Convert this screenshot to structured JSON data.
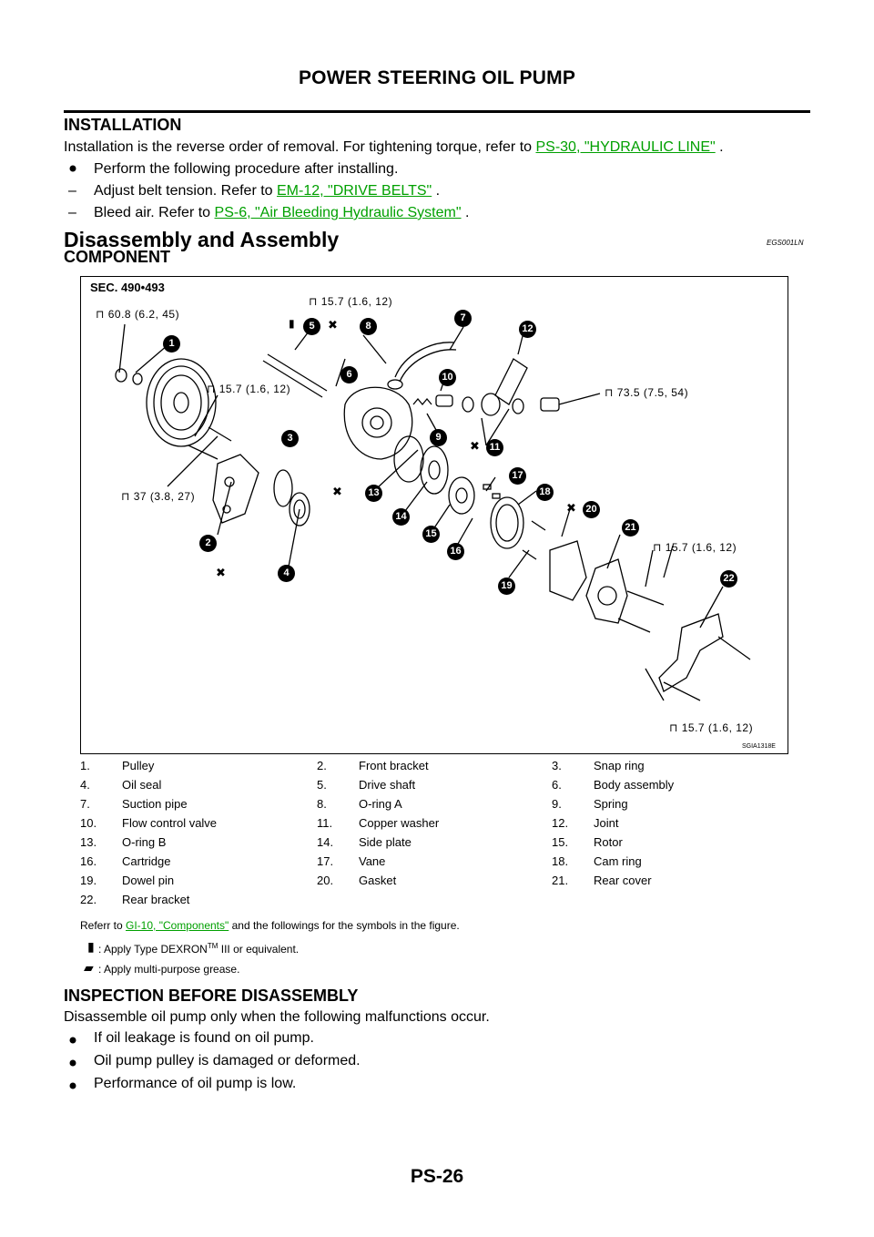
{
  "header": {
    "title": "POWER STEERING OIL PUMP"
  },
  "installation": {
    "heading": "INSTALLATION",
    "intro": "Installation is the reverse order of removal. For tightening torque, refer to ",
    "intro_link": "PS-30, \"HYDRAULIC LINE\"",
    "intro_end": " .",
    "bullet": "Perform the following procedure after installing.",
    "steps": [
      {
        "text": "Adjust belt tension. Refer to ",
        "link": "EM-12, \"DRIVE BELTS\"",
        "end": " ."
      },
      {
        "text": "Bleed air. Refer to ",
        "link": "PS-6, \"Air Bleeding Hydraulic System\"",
        "end": " ."
      }
    ]
  },
  "disassembly": {
    "heading": "Disassembly and Assembly",
    "code": "EGS001LN"
  },
  "component": {
    "heading": "COMPONENT"
  },
  "figure": {
    "sec": "SEC. 490•493",
    "code": "SGIA1318E",
    "torques": {
      "t1": "60.8 (6.2, 45)",
      "t2": "15.7 (1.6, 12)",
      "t3": "15.7 (1.6, 12)",
      "t4": "73.5 (7.5, 54)",
      "t5": "37 (3.8, 27)",
      "t6": "15.7 (1.6, 12)",
      "t7": "15.7 (1.6, 12)"
    },
    "numbers": [
      "1",
      "2",
      "3",
      "4",
      "5",
      "6",
      "7",
      "8",
      "9",
      "10",
      "11",
      "12",
      "13",
      "14",
      "15",
      "16",
      "17",
      "18",
      "19",
      "20",
      "21",
      "22"
    ]
  },
  "legend": {
    "rows": [
      [
        "1.",
        "Pulley",
        "2.",
        "Front bracket",
        "3.",
        "Snap ring"
      ],
      [
        "4.",
        "Oil seal",
        "5.",
        "Drive shaft",
        "6.",
        "Body assembly"
      ],
      [
        "7.",
        "Suction pipe",
        "8.",
        "O-ring A",
        "9.",
        "Spring"
      ],
      [
        "10.",
        "Flow control valve",
        "11.",
        "Copper washer",
        "12.",
        "Joint"
      ],
      [
        "13.",
        "O-ring B",
        "14.",
        "Side plate",
        "15.",
        "Rotor"
      ],
      [
        "16.",
        "Cartridge",
        "17.",
        "Vane",
        "18.",
        "Cam ring"
      ],
      [
        "19.",
        "Dowel pin",
        "20.",
        "Gasket",
        "21.",
        "Rear cover"
      ],
      [
        "22.",
        "Rear bracket",
        "",
        "",
        "",
        ""
      ]
    ],
    "refer_text": "Referr to ",
    "refer_link": "GI-10, \"Components\"",
    "refer_end": "  and the followings for the symbols in the figure.",
    "sym1_a": ":  Apply Type DEXRON",
    "sym1_tm": "TM",
    "sym1_b": "  III or equivalent.",
    "sym2": ":  Apply multi-purpose grease."
  },
  "inspection": {
    "heading": "INSPECTION BEFORE DISASSEMBLY",
    "intro": "Disassemble oil pump only when the following malfunctions occur.",
    "bullets": [
      "If oil leakage is found on oil pump.",
      "Oil pump pulley is damaged or deformed.",
      "Performance of oil pump is low."
    ]
  },
  "footer": {
    "page": "PS-26"
  }
}
